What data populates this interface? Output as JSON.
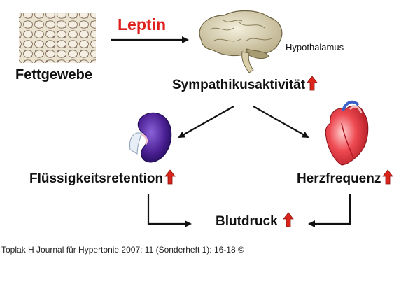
{
  "labels": {
    "fettgewebe": "Fettgewebe",
    "leptin": "Leptin",
    "hypothalamus": "Hypothalamus",
    "sympathikus": "Sympathikusaktivität",
    "fluessigkeit": "Flüssigkeitsretention",
    "herzfrequenz": "Herzfrequenz",
    "blutdruck": "Blutdruck"
  },
  "caption": "Toplak H Journal für Hypertonie 2007; 11 (Sonderheft 1): 16-18 ©",
  "colors": {
    "leptin_text": "#e0201c",
    "up_arrow": "#d8241a",
    "arrow": "#111111",
    "kidney": "#5a2ca0",
    "heart": "#e0283a",
    "brain": "#d9cfa8",
    "fat": "#d8cdb5"
  },
  "icons": {
    "up_arrow": "up-arrow-icon",
    "fat": "fat-tissue-icon",
    "brain": "brain-icon",
    "kidney": "kidney-icon",
    "heart": "heart-icon"
  }
}
